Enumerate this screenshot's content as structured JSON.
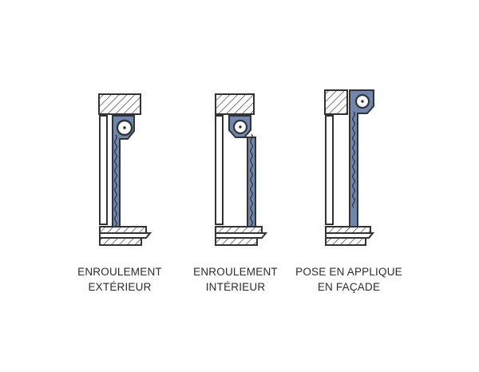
{
  "colors": {
    "stroke": "#333333",
    "box_fill": "#6f87ad",
    "background": "#ffffff"
  },
  "icons": [
    "hatch-pattern",
    "roller-drum-icon",
    "chain-curtain"
  ],
  "captions": [
    {
      "line1": "ENROULEMENT",
      "line2": "EXTÉRIEUR"
    },
    {
      "line1": "ENROULEMENT",
      "line2": "INTÉRIEUR"
    },
    {
      "line1": "POSE EN APPLIQUE",
      "line2": "EN FAÇADE"
    }
  ]
}
